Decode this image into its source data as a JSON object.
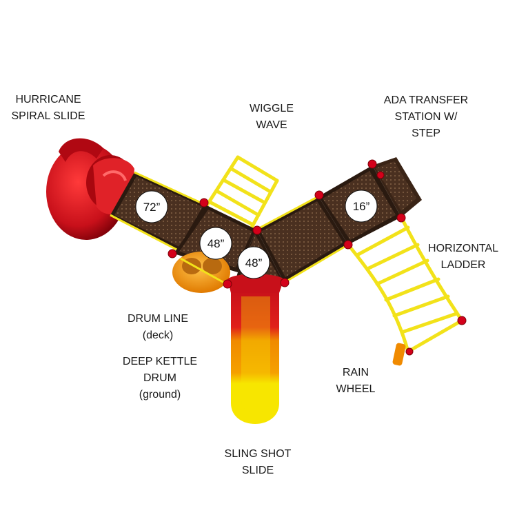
{
  "labels": {
    "spiral_slide": [
      "HURRICANE",
      "SPIRAL SLIDE"
    ],
    "wiggle_wave": [
      "WIGGLE",
      "WAVE"
    ],
    "ada_transfer": [
      "ADA TRANSFER",
      "STATION W/",
      "STEP"
    ],
    "horizontal_ladder": [
      "HORIZONTAL",
      "LADDER"
    ],
    "drum_line": [
      "DRUM LINE",
      "(deck)"
    ],
    "kettle_drum": [
      "DEEP KETTLE",
      "DRUM",
      "(ground)"
    ],
    "rain_wheel": [
      "RAIN",
      "WHEEL"
    ],
    "sling_shot": [
      "SLING SHOT",
      "SLIDE"
    ]
  },
  "deck_heights": {
    "deck_left": "72”",
    "deck_center_top": "48”",
    "deck_center_bottom": "48”",
    "deck_right": "16”"
  },
  "colors": {
    "deck": "#4a3020",
    "frame_yellow": "#f2e21a",
    "post_yellow": "#e8d400",
    "slide_red": "#c8101a",
    "slide_orange": "#f08a00",
    "slide_yellow": "#f7e600",
    "clamp_red": "#d4001a",
    "drum_orange": "#f29a10"
  }
}
